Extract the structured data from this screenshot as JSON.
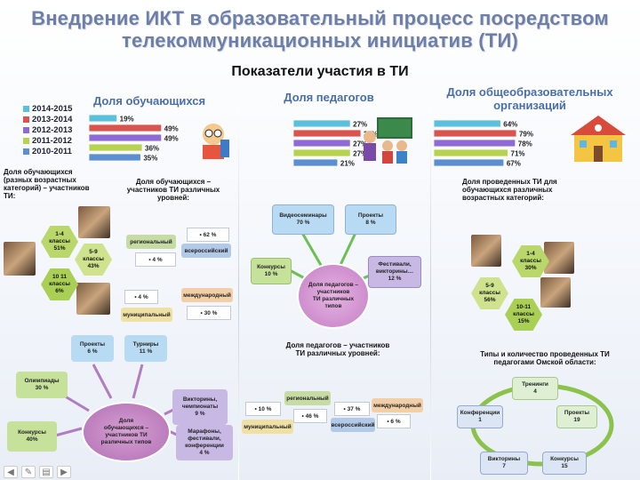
{
  "header": {
    "title_line1": "Внедрение ИКТ в образовательный процесс посредством",
    "title_line2": "телекоммуникационных инициатив (ТИ)",
    "subtitle": "Показатели участия в ТИ"
  },
  "legend": [
    "2014-2015",
    "2013-2014",
    "2012-2013",
    "2011-2012",
    "2010-2011"
  ],
  "colors": {
    "y2014": "#5bc0de",
    "y2013": "#d9534f",
    "y2012": "#8e6ad6",
    "y2011": "#b6d24e",
    "y2010": "#5b8fd1"
  },
  "chart_data": [
    {
      "type": "bar",
      "title": "Доля обучающихся",
      "categories": [
        "2014-2015",
        "2013-2014",
        "2012-2013",
        "2011-2012",
        "2010-2011"
      ],
      "values": [
        19,
        49,
        49,
        36,
        35
      ],
      "value_labels": [
        "19%",
        "49%",
        "49%",
        "36%",
        "35%"
      ],
      "xlim": [
        0,
        60
      ]
    },
    {
      "type": "bar",
      "title": "Доля педагогов",
      "categories": [
        "2014-2015",
        "2013-2014",
        "2012-2013",
        "2011-2012",
        "2010-2011"
      ],
      "values": [
        27,
        32,
        27,
        27,
        21
      ],
      "value_labels": [
        "27%",
        "32%",
        "27%",
        "27%",
        "21%"
      ],
      "xlim": [
        0,
        40
      ]
    },
    {
      "type": "bar",
      "title": "Доля общеобразовательных организаций",
      "categories": [
        "2014-2015",
        "2013-2014",
        "2012-2013",
        "2011-2012",
        "2010-2011"
      ],
      "values": [
        64,
        79,
        78,
        71,
        67
      ],
      "value_labels": [
        "64%",
        "79%",
        "78%",
        "71%",
        "67%"
      ],
      "xlim": [
        0,
        85
      ]
    }
  ],
  "students_age": {
    "heading": "Доля обучающихся (разных возрастных категорий) – участников ТИ:",
    "hexes": [
      {
        "l1": "1-4",
        "l2": "классы",
        "l3": "51%"
      },
      {
        "l1": "5-9",
        "l2": "классы",
        "l3": "43%"
      },
      {
        "l1": "10 11",
        "l2": "классы",
        "l3": "6%"
      }
    ]
  },
  "students_levels": {
    "heading": "Доля обучающихся – участников ТИ различных уровней:",
    "regional": "региональный",
    "regional_val": "• 4 %",
    "allrussian": "всероссийский",
    "allrussian_val": "• 62 %",
    "municipal": "муниципальный",
    "municipal_val": "• 4 %",
    "international": "международный",
    "international_val": "• 30 %"
  },
  "teachers_types": {
    "webinars": "Видеосеминары",
    "webinars_val": "70 %",
    "projects": "Проекты",
    "projects_val": "8 %",
    "contests": "Конкурсы",
    "contests_val": "10 %",
    "festivals": "Фестивали, викторины…",
    "festivals_val": "12 %",
    "center_l1": "Доля педагогов –",
    "center_l2": "участников",
    "center_l3": "ТИ различных",
    "center_l4": "типов"
  },
  "teachers_levels": {
    "heading_l1": "Доля педагогов – участников",
    "heading_l2": "ТИ различных уровней:",
    "municipal": "муниципальный",
    "municipal_val": "• 10 %",
    "regional": "региональный",
    "regional_val": "• 46 %",
    "allrussian": "всероссийский",
    "allrussian_val": "• 37 %",
    "international": "международный",
    "international_val": "• 6 %"
  },
  "students_types": {
    "projects": "Проекты",
    "projects_val": "6 %",
    "tours": "Турниры",
    "tours_val": "11 %",
    "olympiads": "Олимпиады",
    "olympiads_val": "30 %",
    "quizzes_l1": "Викторины,",
    "quizzes_l2": "чемпионаты",
    "quizzes_val": "9 %",
    "contests": "Конкурсы",
    "contests_val": "40%",
    "marathons_l1": "Марафоны,",
    "marathons_l2": "фестивали,",
    "marathons_l3": "конференции",
    "marathons_val": "4 %",
    "center_l1": "Доля",
    "center_l2": "обучающихся –",
    "center_l3": "участников ТИ",
    "center_l4": "различных типов"
  },
  "orgs_age": {
    "heading": "Доля проведенных ТИ для обучающихся различных возрастных категорий:",
    "hexes": [
      {
        "l1": "1-4",
        "l2": "классы",
        "l3": "30%"
      },
      {
        "l1": "5-9",
        "l2": "классы",
        "l3": "56%"
      },
      {
        "l1": "10-11",
        "l2": "классы",
        "l3": "15%"
      }
    ]
  },
  "omsk": {
    "heading_l1": "Типы и количество проведенных ТИ",
    "heading_l2": "педагогами Омской области:",
    "trainings": "Тренинги",
    "trainings_val": "4",
    "conferences": "Конференции",
    "conferences_val": "1",
    "projects": "Проекты",
    "projects_val": "19",
    "quizzes": "Викторины",
    "quizzes_val": "7",
    "contests": "Конкурсы",
    "contests_val": "15"
  },
  "toolbar_icons": [
    "left-arrow-icon",
    "pen-icon",
    "menu-icon",
    "right-arrow-icon"
  ]
}
